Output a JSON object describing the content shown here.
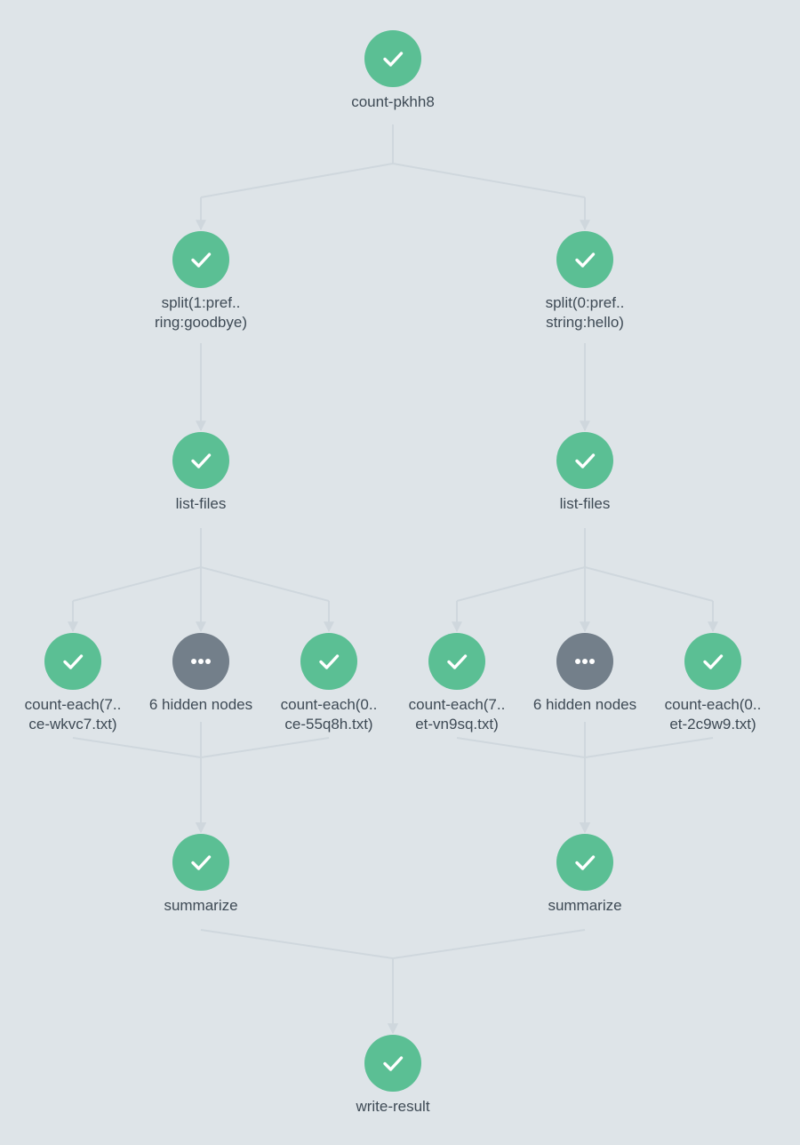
{
  "colors": {
    "background": "#dee4e8",
    "succeeded": "#5bbf94",
    "hidden": "#737f8a",
    "edge": "#cfd7dd",
    "label": "#3e4a55"
  },
  "nodes": [
    {
      "id": "root",
      "label": "count-pkhh8",
      "status": "succeeded",
      "icon": "check-icon"
    },
    {
      "id": "split1",
      "label": "split(1:pref..\nring:goodbye)",
      "status": "succeeded",
      "icon": "check-icon"
    },
    {
      "id": "split0",
      "label": "split(0:pref..\nstring:hello)",
      "status": "succeeded",
      "icon": "check-icon"
    },
    {
      "id": "listL",
      "label": "list-files",
      "status": "succeeded",
      "icon": "check-icon"
    },
    {
      "id": "listR",
      "label": "list-files",
      "status": "succeeded",
      "icon": "check-icon"
    },
    {
      "id": "ceL1",
      "label": "count-each(7..\nce-wkvc7.txt)",
      "status": "succeeded",
      "icon": "check-icon"
    },
    {
      "id": "hidL",
      "label": "6 hidden nodes",
      "status": "hidden",
      "icon": "ellipsis-icon"
    },
    {
      "id": "ceL2",
      "label": "count-each(0..\nce-55q8h.txt)",
      "status": "succeeded",
      "icon": "check-icon"
    },
    {
      "id": "ceR1",
      "label": "count-each(7..\net-vn9sq.txt)",
      "status": "succeeded",
      "icon": "check-icon"
    },
    {
      "id": "hidR",
      "label": "6 hidden nodes",
      "status": "hidden",
      "icon": "ellipsis-icon"
    },
    {
      "id": "ceR2",
      "label": "count-each(0..\net-2c9w9.txt)",
      "status": "succeeded",
      "icon": "check-icon"
    },
    {
      "id": "sumL",
      "label": "summarize",
      "status": "succeeded",
      "icon": "check-icon"
    },
    {
      "id": "sumR",
      "label": "summarize",
      "status": "succeeded",
      "icon": "check-icon"
    },
    {
      "id": "write",
      "label": "write-result",
      "status": "succeeded",
      "icon": "check-icon"
    }
  ],
  "edges": [
    [
      "root",
      "split1"
    ],
    [
      "root",
      "split0"
    ],
    [
      "split1",
      "listL"
    ],
    [
      "split0",
      "listR"
    ],
    [
      "listL",
      "ceL1"
    ],
    [
      "listL",
      "hidL"
    ],
    [
      "listL",
      "ceL2"
    ],
    [
      "listR",
      "ceR1"
    ],
    [
      "listR",
      "hidR"
    ],
    [
      "listR",
      "ceR2"
    ],
    [
      "ceL1",
      "sumL"
    ],
    [
      "hidL",
      "sumL"
    ],
    [
      "ceL2",
      "sumL"
    ],
    [
      "ceR1",
      "sumR"
    ],
    [
      "hidR",
      "sumR"
    ],
    [
      "ceR2",
      "sumR"
    ],
    [
      "sumL",
      "write"
    ],
    [
      "sumR",
      "write"
    ]
  ]
}
